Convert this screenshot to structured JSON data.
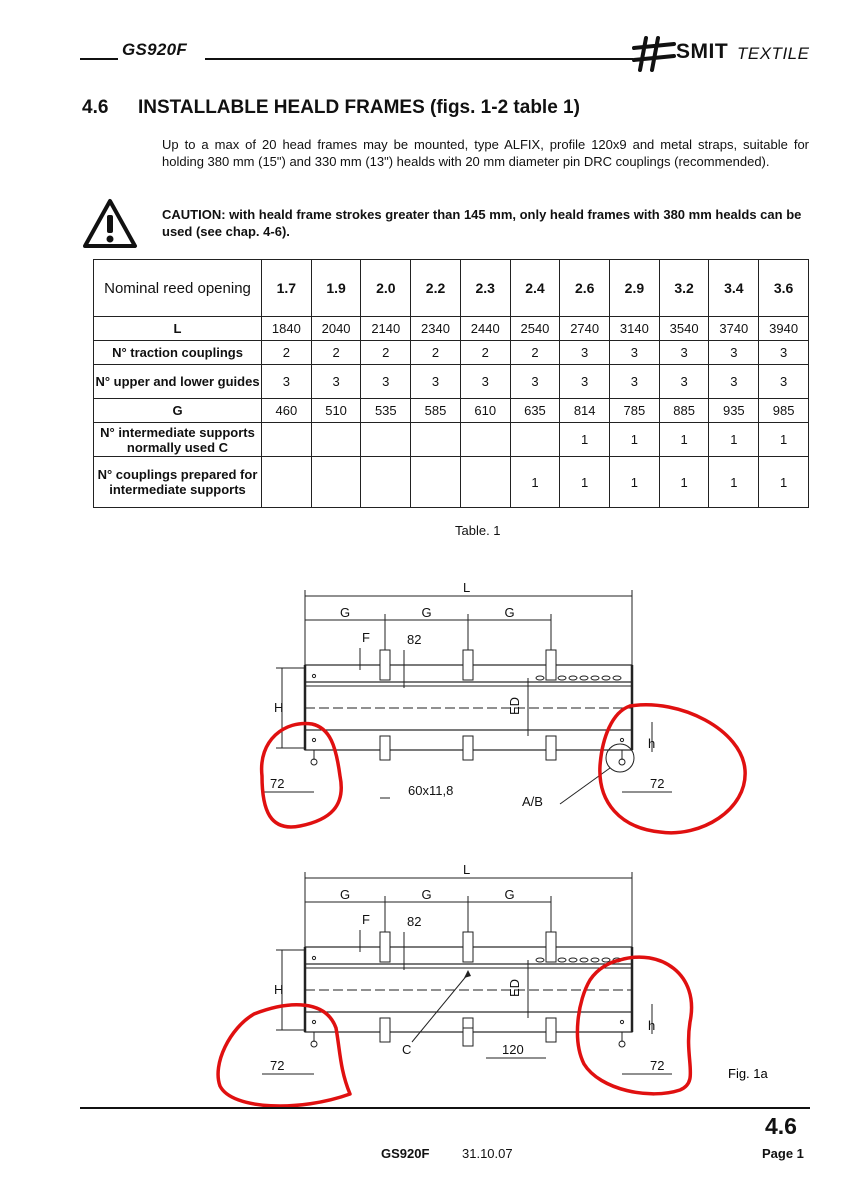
{
  "header": {
    "model": "GS920F",
    "brand": "SMIT",
    "brand_suffix": "TEXTILE"
  },
  "section": {
    "number": "4.6",
    "title": "INSTALLABLE HEALD FRAMES (figs. 1-2 table 1)",
    "intro": "Up to a max of 20 head frames may be mounted, type ALFIX, profile 120x9 and metal straps, suitable for holding 380 mm (15\") and 330 mm (13\") healds with 20 mm diameter pin DRC couplings (recommended).",
    "caution_label": "CAUTION:",
    "caution_text": " with heald frame strokes greater than 145 mm, only heald frames with 380 mm healds can be used (see chap. 4-6)."
  },
  "table": {
    "header_label": "Nominal reed opening",
    "columns": [
      "1.7",
      "1.9",
      "2.0",
      "2.2",
      "2.3",
      "2.4",
      "2.6",
      "2.9",
      "3.2",
      "3.4",
      "3.6"
    ],
    "rows": [
      {
        "label": "L",
        "values": [
          "1840",
          "2040",
          "2140",
          "2340",
          "2440",
          "2540",
          "2740",
          "3140",
          "3540",
          "3740",
          "3940"
        ]
      },
      {
        "label": "N° traction couplings",
        "values": [
          "2",
          "2",
          "2",
          "2",
          "2",
          "2",
          "3",
          "3",
          "3",
          "3",
          "3"
        ]
      },
      {
        "label": "N° upper and lower guides",
        "values": [
          "3",
          "3",
          "3",
          "3",
          "3",
          "3",
          "3",
          "3",
          "3",
          "3",
          "3"
        ]
      },
      {
        "label": "G",
        "values": [
          "460",
          "510",
          "535",
          "585",
          "610",
          "635",
          "814",
          "785",
          "885",
          "935",
          "985"
        ]
      },
      {
        "label": "N° intermediate supports normally used C",
        "values": [
          "",
          "",
          "",
          "",
          "",
          "",
          "1",
          "1",
          "1",
          "1",
          "1"
        ]
      },
      {
        "label": "N° couplings prepared for intermediate supports",
        "values": [
          "",
          "",
          "",
          "",
          "",
          "1",
          "1",
          "1",
          "1",
          "1",
          "1"
        ]
      }
    ],
    "caption": "Table. 1"
  },
  "figure": {
    "top": {
      "L": "L",
      "G1": "G",
      "G2": "G",
      "G3": "G",
      "F": "F",
      "d82": "82",
      "H": "H",
      "ED": "ED",
      "h": "h",
      "left72": "72",
      "right72": "72",
      "strap": "60x11,8",
      "detail": "A/B"
    },
    "bottom": {
      "L": "L",
      "G1": "G",
      "G2": "G",
      "G3": "G",
      "F": "F",
      "d82": "82",
      "H": "H",
      "ED": "ED",
      "h": "h",
      "left72": "72",
      "right72": "72",
      "support": "C",
      "d120": "120"
    },
    "caption": "Fig. 1a",
    "markup_color": "#e01010"
  },
  "footer": {
    "section": "4.6",
    "model": "GS920F",
    "date": "31.10.07",
    "page": "Page 1"
  }
}
